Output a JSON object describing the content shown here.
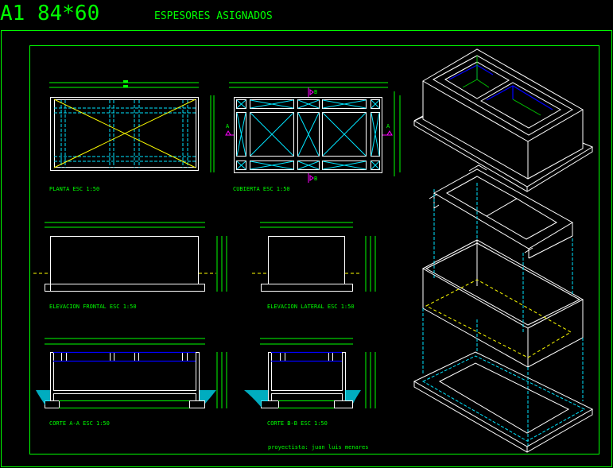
{
  "header": {
    "sheet_size": "A1 84*60",
    "title": "ESPESORES ASIGNADOS"
  },
  "views": {
    "planta": "PLANTA ESC 1:50",
    "cubierta": "CUBIERTA ESC 1:50",
    "elev_frontal": "ELEVACION FRONTAL ESC 1:50",
    "elev_lateral": "ELEVACION LATERAL ESC 1:50",
    "corte_aa": "CORTE A-A ESC 1:50",
    "corte_bb": "CORTE B-B ESC 1:50"
  },
  "section_marks": {
    "a": "A",
    "b": "B"
  },
  "footer": {
    "designer": "proyectista: juan luis menares"
  },
  "colors": {
    "frame": "#00ff00",
    "lines": "#ffffff",
    "hidden": "#00e5ff",
    "axis": "#ffff00",
    "cut": "#ff00ff",
    "rebar": "#0000ff"
  }
}
